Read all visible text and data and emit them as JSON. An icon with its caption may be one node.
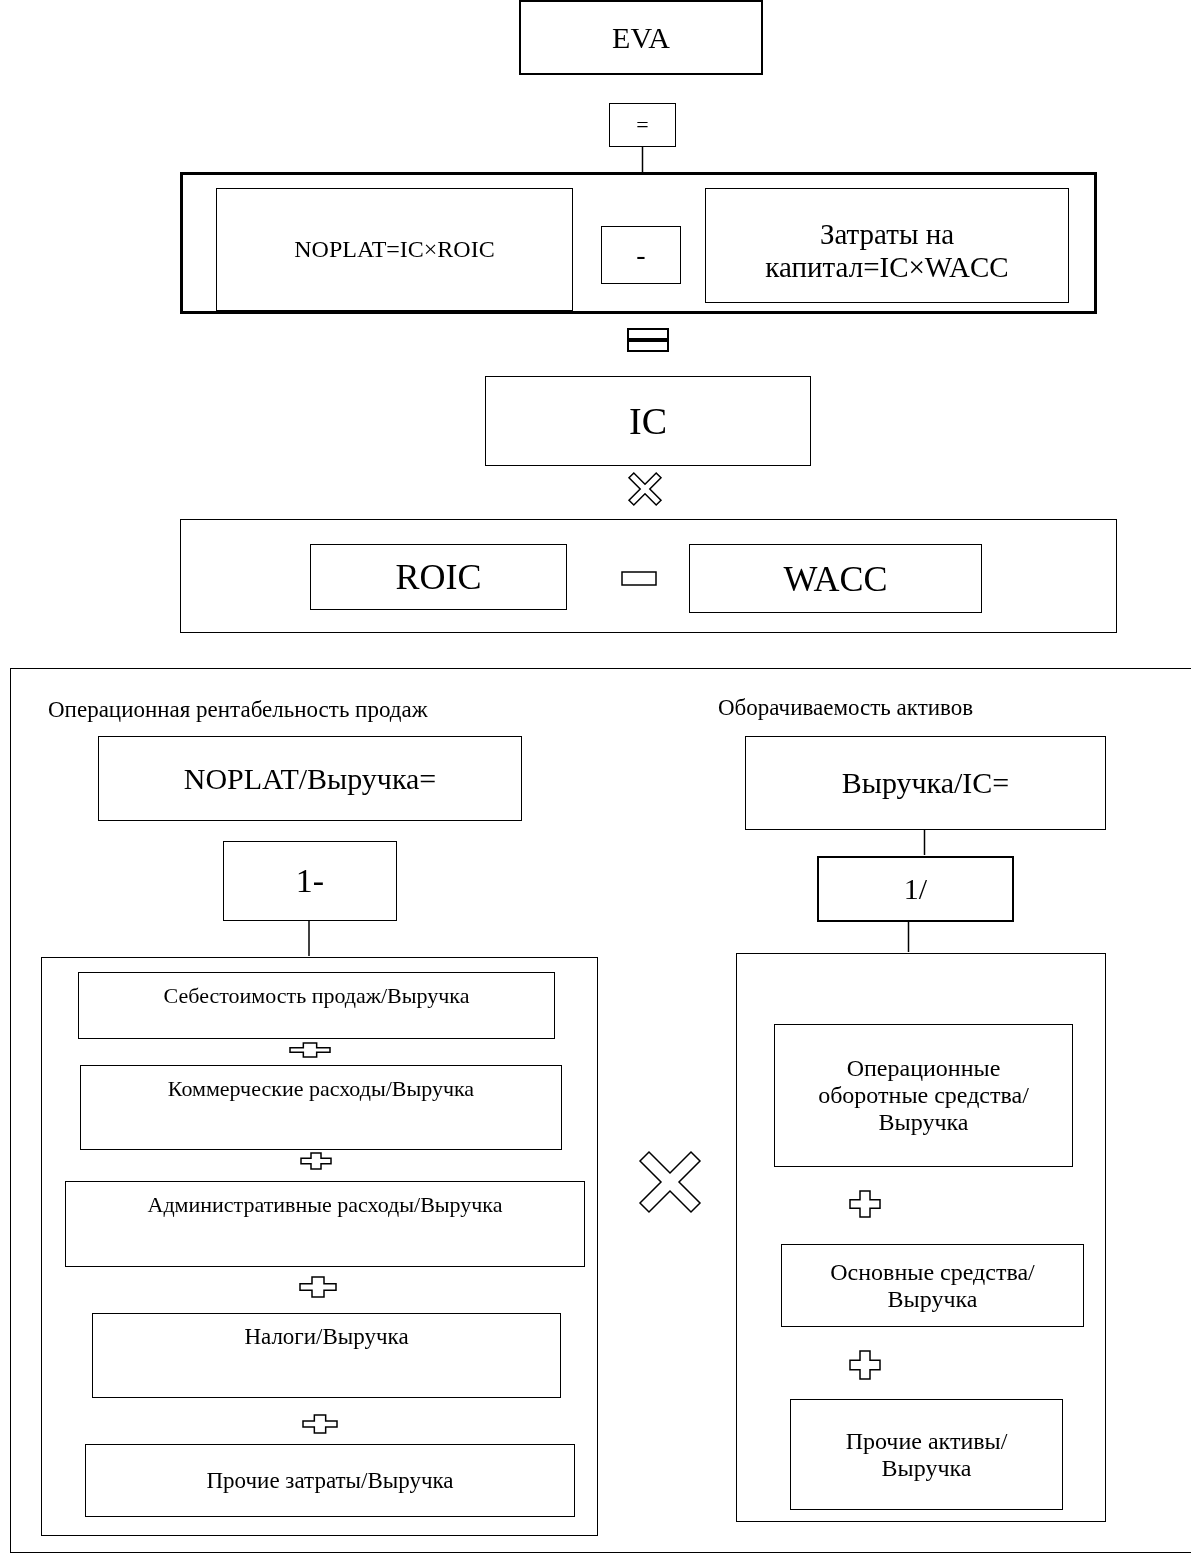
{
  "diagram": {
    "nodes": [
      {
        "text": [
          "EVA"
        ]
      },
      {
        "text": [
          "="
        ]
      },
      {
        "text": [],
        "shape": "box"
      },
      {
        "text": [
          "NOPLAT=IC×ROIC"
        ],
        "in": 2
      },
      {
        "text": [
          "-"
        ],
        "in": 2
      },
      {
        "text": [
          "Затраты на капитал=IC×WACC"
        ],
        "in": 2
      },
      {
        "text": [
          "IC"
        ]
      },
      {
        "text": [],
        "shape": "box"
      },
      {
        "text": [
          "ROIC"
        ],
        "in": 7
      },
      {
        "text": [
          "WACC"
        ],
        "in": 7
      },
      {
        "text": [],
        "shape": "box"
      },
      {
        "text": [
          "NOPLAT/Выручка="
        ],
        "in": 10,
        "beside": [
          "Операционная рентабельность продаж"
        ]
      },
      {
        "text": [
          "1-"
        ],
        "in": 10
      },
      {
        "text": [],
        "shape": "box",
        "in": 10
      },
      {
        "text": [
          "Себестоимость продаж/Выручка"
        ],
        "in": 13
      },
      {
        "text": [
          "Коммерческие расходы/Выручка"
        ],
        "in": 13
      },
      {
        "text": [
          "Административные расходы/Выручка"
        ],
        "in": 13
      },
      {
        "text": [
          "Налоги/Выручка"
        ],
        "in": 13
      },
      {
        "text": [
          "Прочие затраты/Выручка"
        ],
        "in": 13
      },
      {
        "text": [
          "Выручка/IC="
        ],
        "in": 10,
        "beside": [
          "Оборачиваемость активов"
        ]
      },
      {
        "text": [
          "1/"
        ],
        "in": 10
      },
      {
        "text": [],
        "shape": "box",
        "in": 10
      },
      {
        "text": [
          "Операционные оборотные средства/Выручка"
        ],
        "in": 21
      },
      {
        "text": [
          "Основные средства/Выручка"
        ],
        "in": 21
      },
      {
        "text": [
          "Прочие активы/Выручка"
        ],
        "in": 21
      }
    ],
    "edges": [
      {
        "from": 1,
        "to": 2,
        "arrow": "none"
      },
      {
        "from": 12,
        "to": 13,
        "arrow": "none"
      },
      {
        "from": 19,
        "to": 20,
        "arrow": "none"
      },
      {
        "from": 20,
        "to": 21,
        "arrow": "none"
      }
    ]
  }
}
